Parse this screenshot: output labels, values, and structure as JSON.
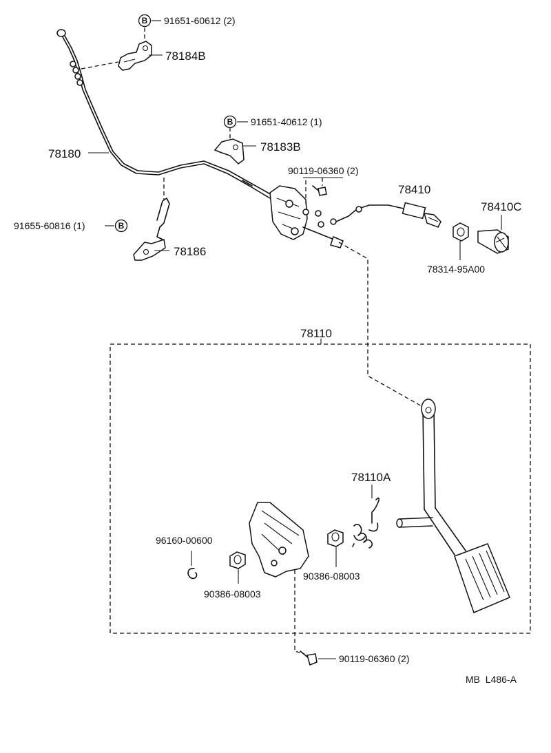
{
  "labels": {
    "bolt_top": "91651-60612 (2)",
    "bracket_top": "78184B",
    "cable": "78180",
    "bolt_mid": "91651-40612 (1)",
    "bracket_mid": "78183B",
    "screw_link": "90119-06360 (2)",
    "link_cable": "78410",
    "knob": "78410C",
    "nut": "78314-95A00",
    "bolt_left": "91655-60816 (1)",
    "bracket_lower": "78186",
    "pedal_assy": "78110",
    "spring": "78110A",
    "clip": "96160-00600",
    "bushing_left": "90386-08003",
    "bushing_right": "90386-08003",
    "screw_bottom": "90119-06360 (2)",
    "footer_code": "MB  L486-A"
  },
  "badge_letter": "B",
  "colors": {
    "ink": "#111111",
    "paper": "#ffffff"
  }
}
